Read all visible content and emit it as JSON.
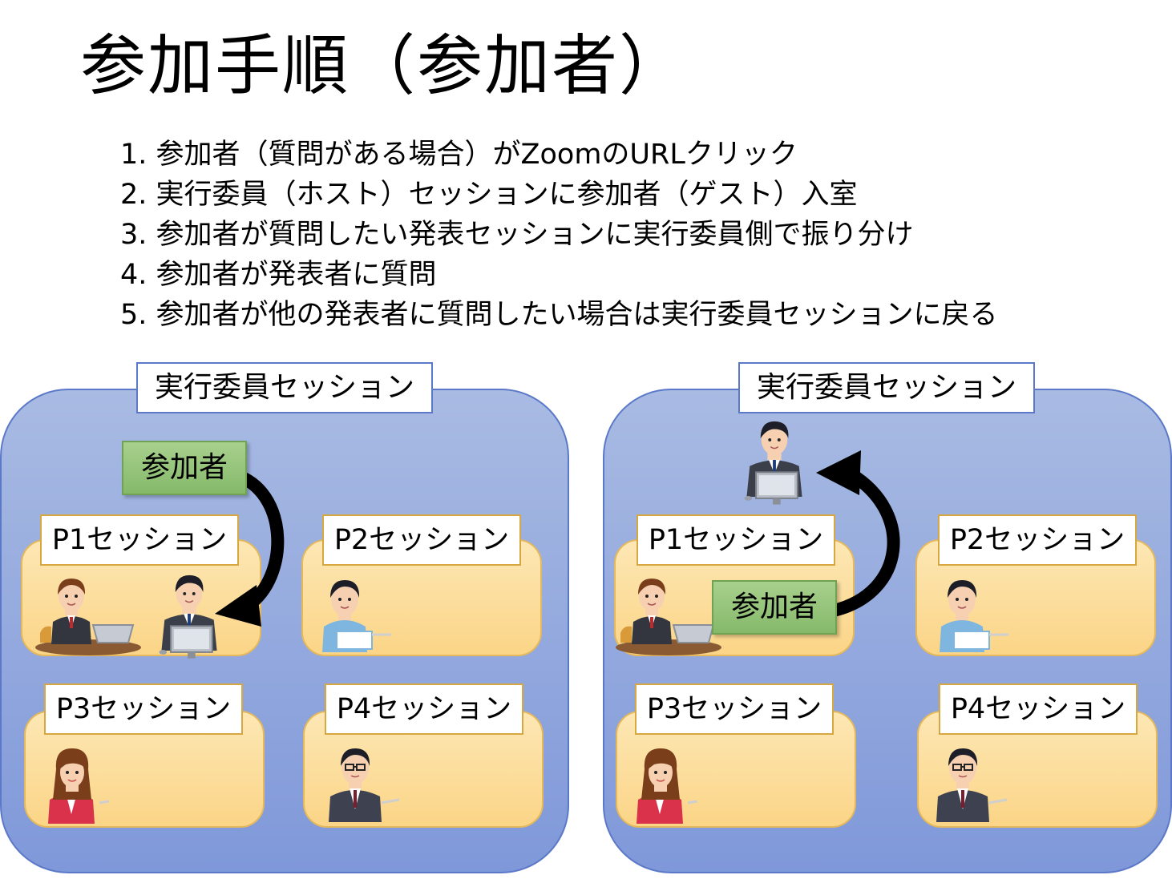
{
  "title": "参加手順（参加者）",
  "steps": [
    "1. 参加者（質問がある場合）がZoomのURLクリック",
    "2. 実行委員（ホスト）セッションに参加者（ゲスト）入室",
    "3. 参加者が質問したい発表セッションに実行委員側で振り分け",
    "4. 参加者が発表者に質問",
    "5. 参加者が他の発表者に質問したい場合は実行委員セッションに戻る"
  ],
  "left_panel": {
    "label": "実行委員セッション",
    "participant_label": "参加者",
    "sessions": [
      "P1セッション",
      "P2セッション",
      "P3セッション",
      "P4セッション"
    ]
  },
  "right_panel": {
    "label": "実行委員セッション",
    "participant_label": "参加者",
    "sessions": [
      "P1セッション",
      "P2セッション",
      "P3セッション",
      "P4セッション"
    ]
  },
  "colors": {
    "panel_fill": "#93a9df",
    "panel_border": "#5b79c8",
    "session_fill": "#fcdc9c",
    "session_border": "#e5b95b",
    "participant_fill": "#9ac57e",
    "arrow": "#000000"
  },
  "icons": {
    "moderator": "person-at-computer-icon",
    "presenter_p1": "person-at-laptop-icon",
    "presenter_p2": "person-blue-shirt-icon",
    "presenter_p3": "woman-red-jacket-icon",
    "presenter_p4": "man-glasses-suit-icon"
  }
}
